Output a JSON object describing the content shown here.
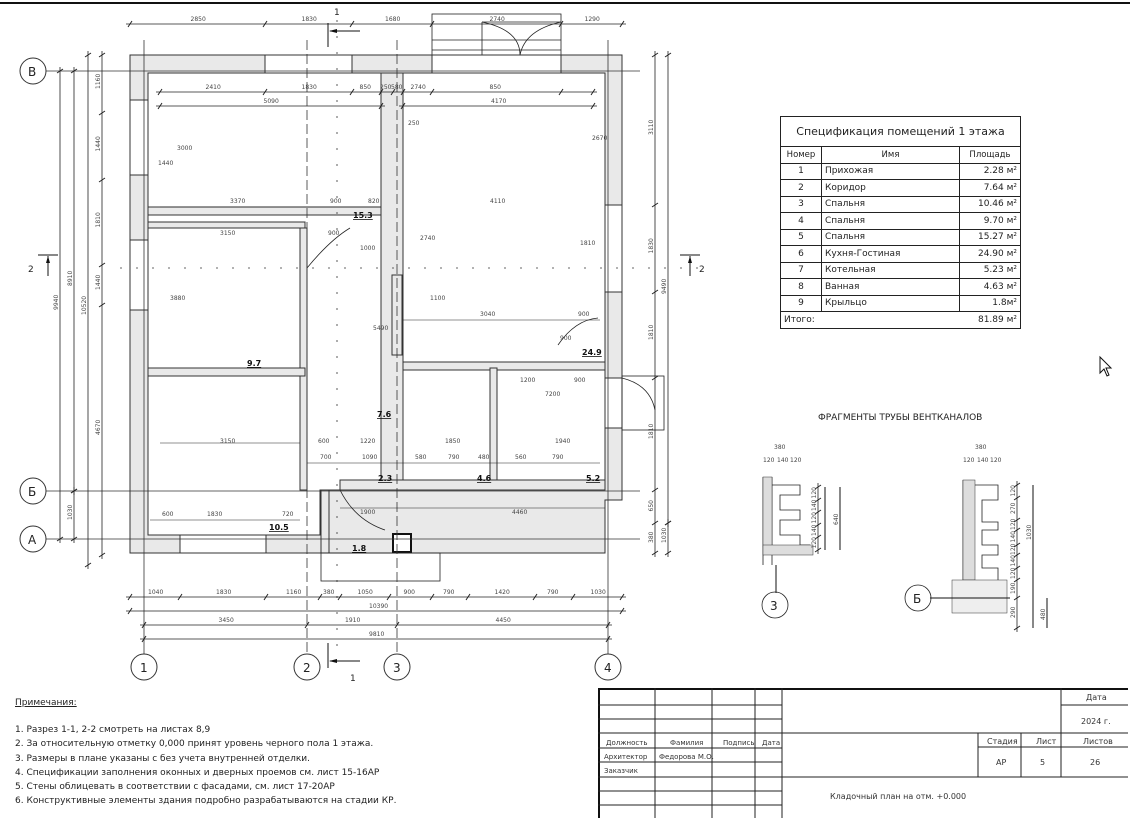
{
  "dimensions": {
    "top_outer": [
      "2850",
      "1830",
      "1680",
      "2740",
      "1290"
    ],
    "top_inner1": [
      "2410",
      "1830",
      "850",
      "250",
      "580",
      "2740",
      "850"
    ],
    "top_inner2": [
      "5090",
      "4170"
    ],
    "bottom_chain": [
      "1040",
      "1830",
      "1160",
      "380",
      "1050",
      "900",
      "790",
      "1420",
      "790",
      "1030"
    ],
    "bottom_total": "10390",
    "bottom_axes": [
      "3450",
      "1910",
      "4450"
    ],
    "bottom_axes_total": "9810",
    "left_chain": [
      "1160",
      "1440",
      "1810",
      "1440",
      "4670"
    ],
    "left_totals": [
      "9940",
      "8910",
      "10520",
      "1030"
    ],
    "right_chain": [
      "3110",
      "1830",
      "1810",
      "1810",
      "650",
      "380"
    ],
    "right_totals": [
      "9490",
      "1030"
    ],
    "interior": [
      "3370",
      "900",
      "820",
      "4110",
      "3150",
      "900",
      "1000",
      "3040",
      "900",
      "1200",
      "900",
      "7200",
      "3150",
      "600",
      "1220",
      "1850",
      "1940",
      "700",
      "1090",
      "580",
      "790",
      "480",
      "560",
      "790",
      "1900",
      "4460",
      "600",
      "1830",
      "720",
      "3000",
      "1440",
      "3880",
      "5490",
      "2740",
      "1810",
      "2670",
      "1100",
      "250",
      "900"
    ]
  },
  "axes": {
    "columns": [
      "1",
      "2",
      "3",
      "4"
    ],
    "rows": [
      "В",
      "Б",
      "А"
    ]
  },
  "sections": {
    "section1": "1",
    "section2": "2"
  },
  "rooms": [
    "15.3",
    "9.7",
    "7.6",
    "24.9",
    "2.3",
    "4.6",
    "5.2",
    "10.5",
    "1.8"
  ],
  "spec_table": {
    "title": "Спецификация помещений 1 этажа",
    "headers": [
      "Номер",
      "Имя",
      "Площадь"
    ],
    "rows": [
      {
        "num": "1",
        "name": "Прихожая",
        "area": "2.28 м²"
      },
      {
        "num": "2",
        "name": "Коридор",
        "area": "7.64 м²"
      },
      {
        "num": "3",
        "name": "Спальня",
        "area": "10.46 м²"
      },
      {
        "num": "4",
        "name": "Спальня",
        "area": "9.70 м²"
      },
      {
        "num": "5",
        "name": "Спальня",
        "area": "15.27 м²"
      },
      {
        "num": "6",
        "name": "Кухня-Гостиная",
        "area": "24.90 м²"
      },
      {
        "num": "7",
        "name": "Котельная",
        "area": "5.23 м²"
      },
      {
        "num": "8",
        "name": "Ванная",
        "area": "4.63 м²"
      },
      {
        "num": "9",
        "name": "Крыльцо",
        "area": "1.8м²"
      }
    ],
    "total_label": "Итого:",
    "total_value": "81.89 м²"
  },
  "vent": {
    "title": "ФРАГМЕНТЫ ТРУБЫ ВЕНТКАНАЛОВ",
    "frag3": {
      "axis": "3",
      "width": "380",
      "parts": [
        "120",
        "140",
        "120"
      ],
      "heights": [
        "120",
        "140",
        "120",
        "140",
        "120"
      ],
      "total": "640"
    },
    "fragB": {
      "axis": "Б",
      "width": "380",
      "parts": [
        "120",
        "140",
        "120"
      ],
      "heights": [
        "120",
        "270",
        "120",
        "140",
        "120",
        "140",
        "120",
        "190",
        "290"
      ],
      "total": "1030",
      "base": "480"
    }
  },
  "notes": {
    "title": "Примечания:",
    "items": [
      "1. Разрез 1-1, 2-2 смотреть на листах 8,9",
      "2. За относительную отметку 0,000 принят уровень черного пола 1 этажа.",
      "3. Размеры в плане указаны с без учета внутренней отделки.",
      "4. Спецификации заполнения оконных и дверных проемов см. лист 15-16АР",
      "5. Стены облицевать в соответствии с фасадами, см. лист 17-20АР",
      "6. Конструктивные элементы здания подробно разрабатываются на стадии КР."
    ]
  },
  "title_block": {
    "date_label": "Дата",
    "year": "2024 г.",
    "col_position": "Должность",
    "col_surname": "Фамилия",
    "col_signature": "Подпись",
    "col_date": "Дата",
    "role1": "Архитектор",
    "person1": "Федорова М.О.",
    "role2": "Заказчик",
    "stage_label": "Стадия",
    "sheet_label": "Лист",
    "sheets_label": "Листов",
    "stage": "АР",
    "sheet": "5",
    "sheets": "26",
    "drawing_title": "Кладочный план на отм. +0.000"
  }
}
